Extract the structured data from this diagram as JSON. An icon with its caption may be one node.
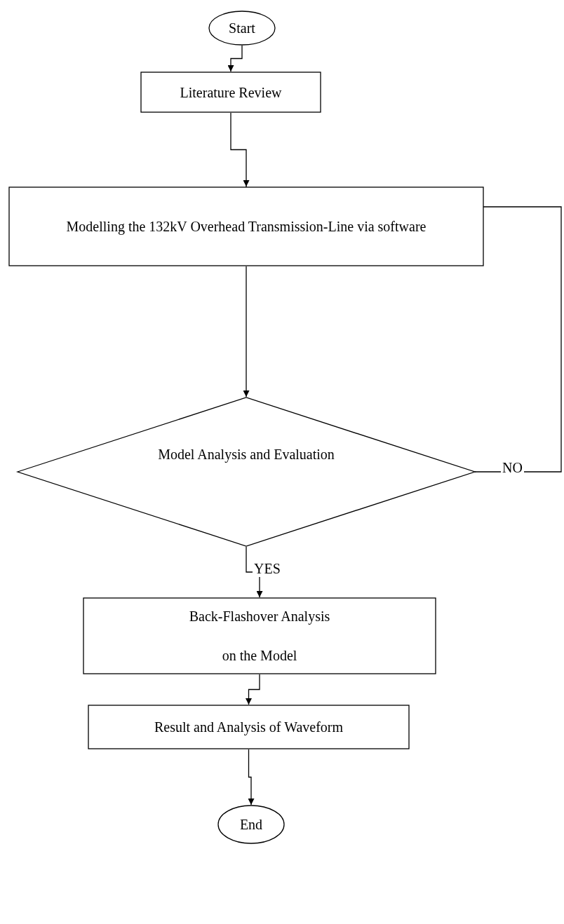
{
  "diagram": {
    "nodes": [
      {
        "text": [
          "Start"
        ]
      },
      {
        "text": [
          "Literature Review"
        ]
      },
      {
        "text": [
          "Modelling the 132kV Overhead Transmission-Line via software"
        ]
      },
      {
        "text": [
          "Model Analysis and Evaluation"
        ]
      },
      {
        "text": [
          "Back-Flashover Analysis on the Model"
        ]
      },
      {
        "text": [
          "Result and Analysis of Waveform"
        ]
      },
      {
        "text": [
          "End"
        ]
      }
    ],
    "edges": [
      {
        "from": 0,
        "to": 1,
        "arrow": "to"
      },
      {
        "from": 1,
        "to": 2,
        "arrow": "to"
      },
      {
        "from": 2,
        "to": 3,
        "arrow": "to"
      },
      {
        "from": 3,
        "to": 2,
        "arrow": "to",
        "label": "NO"
      },
      {
        "from": 3,
        "to": 4,
        "arrow": "to",
        "label": "YES"
      },
      {
        "from": 4,
        "to": 5,
        "arrow": "to"
      },
      {
        "from": 5,
        "to": 6,
        "arrow": "to"
      }
    ]
  }
}
